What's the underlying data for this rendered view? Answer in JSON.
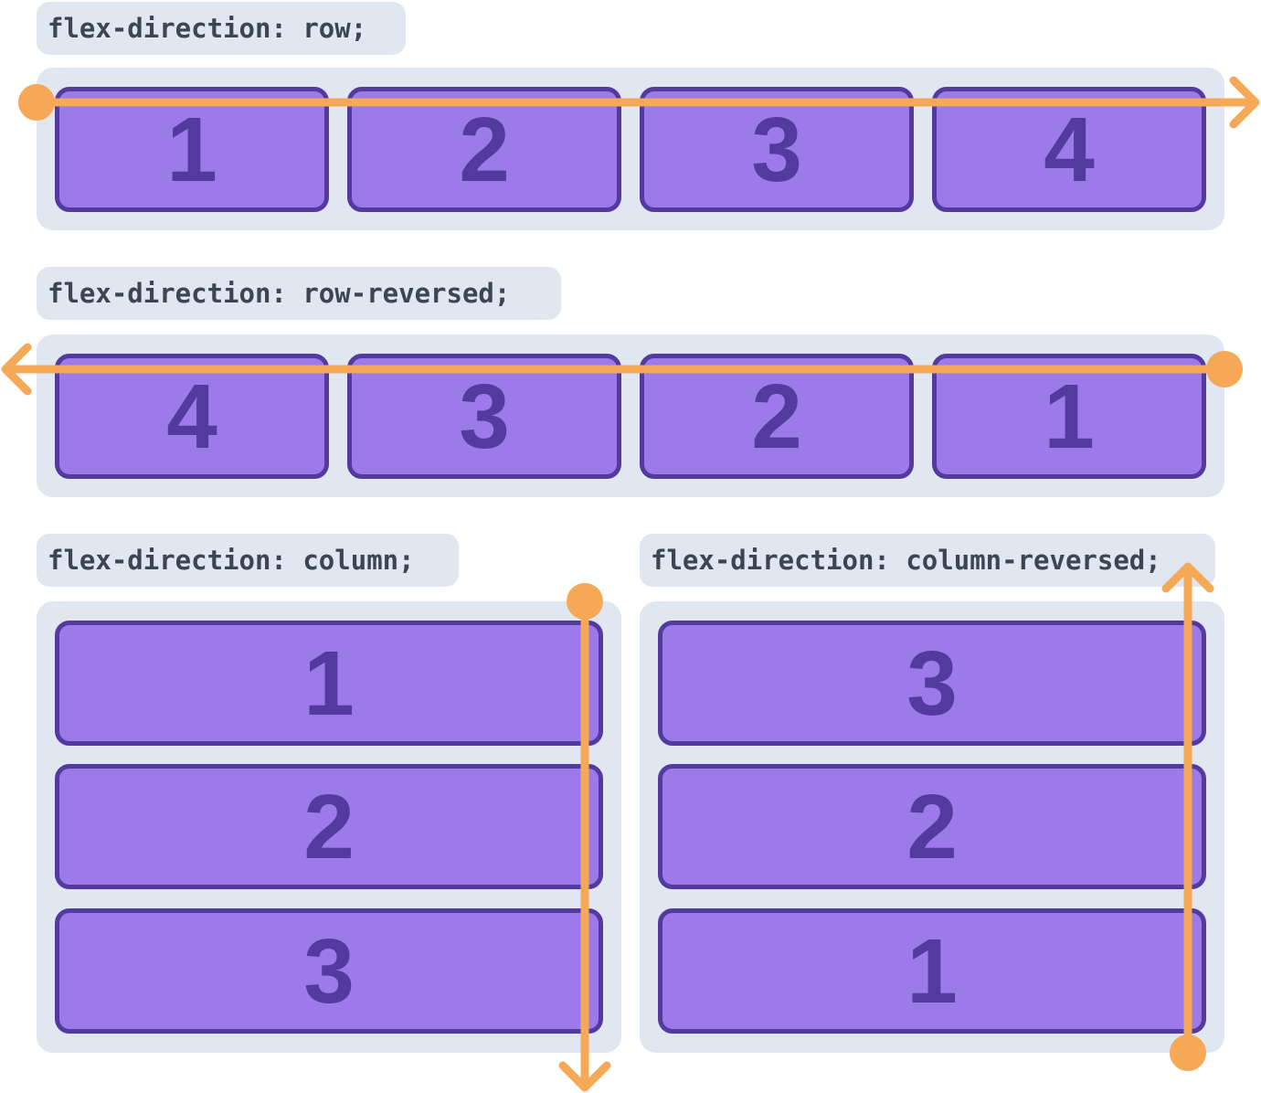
{
  "examples": [
    {
      "label": "flex-direction: row;",
      "items": [
        "1",
        "2",
        "3",
        "4"
      ]
    },
    {
      "label": "flex-direction: row-reversed;",
      "items": [
        "4",
        "3",
        "2",
        "1"
      ]
    },
    {
      "label": "flex-direction: column;",
      "items": [
        "1",
        "2",
        "3"
      ]
    },
    {
      "label": "flex-direction: column-reversed;",
      "items": [
        "3",
        "2",
        "1"
      ]
    }
  ],
  "colors": {
    "container_bg": "#e1e7f0",
    "item_fill": "#9d7aea",
    "item_border": "#533a9e",
    "arrow": "#f5a855",
    "label_text": "#3d4550"
  }
}
